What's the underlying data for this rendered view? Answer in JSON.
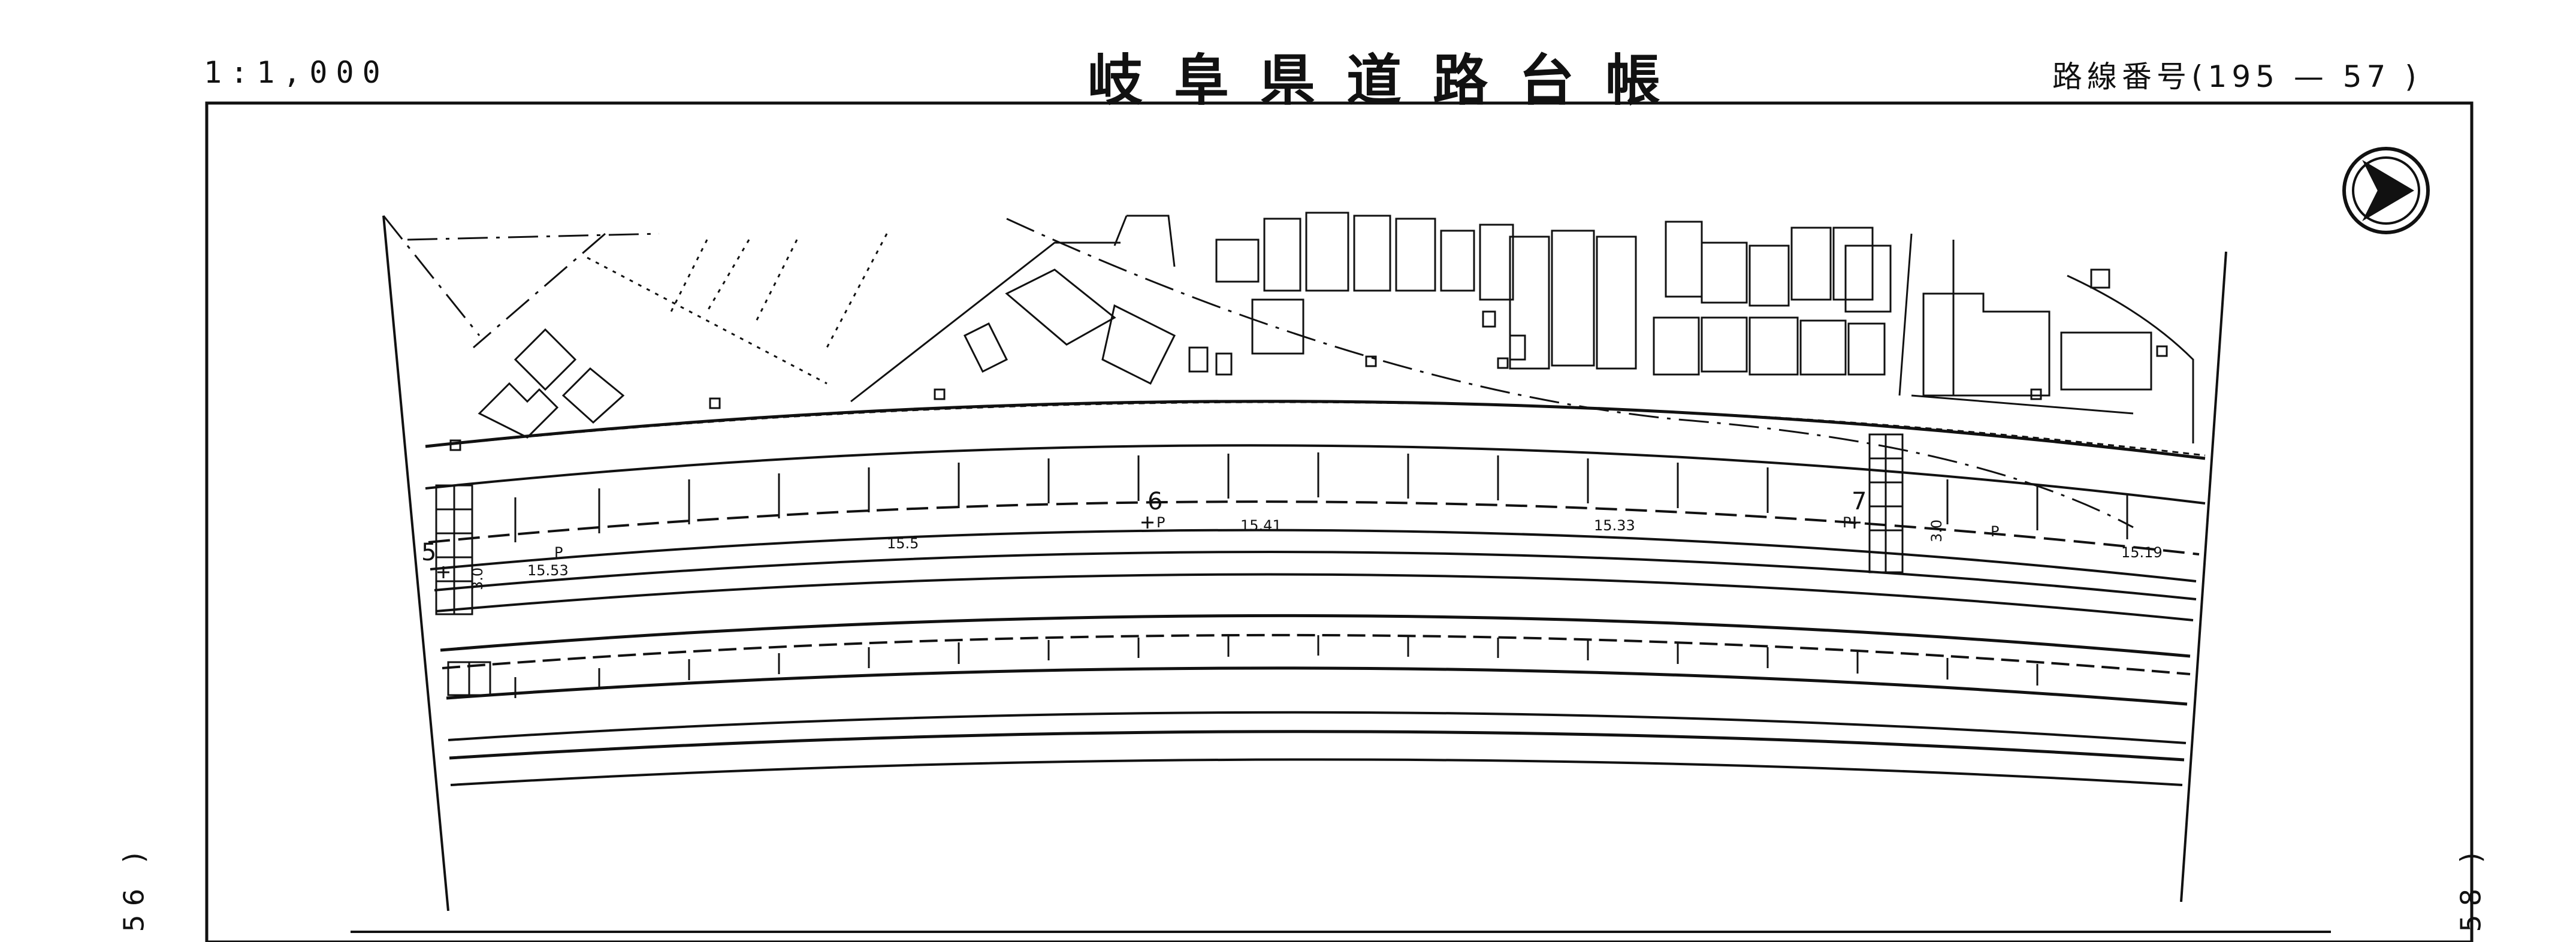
{
  "header": {
    "scale": "1:1,000",
    "title": "岐阜県道路台帳",
    "route_label": "路線番号",
    "route_value": "(195 — 57 )"
  },
  "sheet_refs": {
    "left": "56 )",
    "right": "58 )"
  },
  "map": {
    "north_arrow": "north-arrow-icon",
    "station_labels": [
      "5",
      "6",
      "7"
    ],
    "elevations": [
      "15.53",
      "15.5",
      "15.41",
      "15.33",
      "15.19"
    ],
    "widths": [
      "3.0",
      "3.0"
    ],
    "point_markers": [
      "P",
      "P",
      "P",
      "P"
    ]
  },
  "colors": {
    "ink": "#111111",
    "paper": "#ffffff"
  }
}
